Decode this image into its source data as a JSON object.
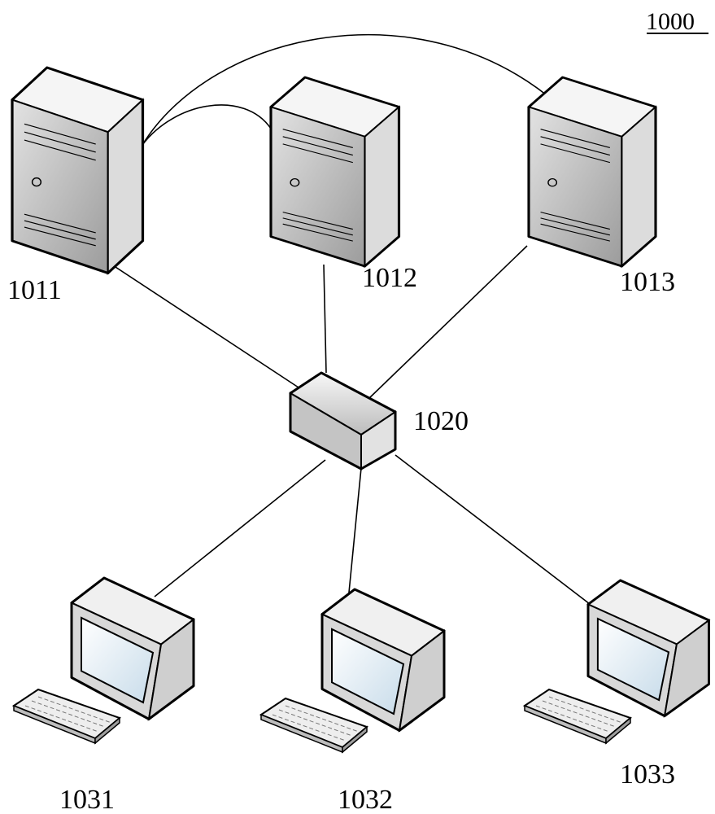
{
  "figure": {
    "label": "1000"
  },
  "servers": [
    {
      "id": "1011",
      "label": "1011"
    },
    {
      "id": "1012",
      "label": "1012"
    },
    {
      "id": "1013",
      "label": "1013"
    }
  ],
  "switch": {
    "id": "1020",
    "label": "1020"
  },
  "terminals": [
    {
      "id": "1031",
      "label": "1031"
    },
    {
      "id": "1032",
      "label": "1032"
    },
    {
      "id": "1033",
      "label": "1033"
    }
  ],
  "colors": {
    "server_front": "#b5b5b5",
    "server_side": "#e0e0e0",
    "server_top": "#f2f2f2",
    "monitor_body": "#d4d4d4",
    "screen_fill": "#dce8f2",
    "stroke": "#000000"
  }
}
